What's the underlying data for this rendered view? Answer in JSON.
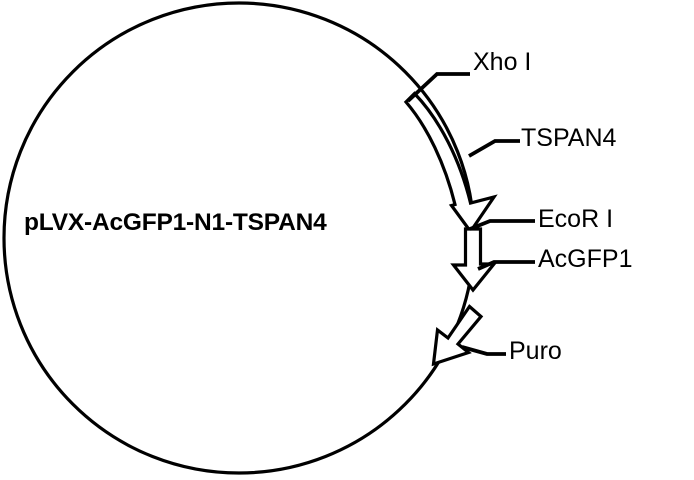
{
  "figure": {
    "kind": "plasmid-map",
    "title": "pLVX-AcGFP1-N1-TSPAN4",
    "backbone_color": "#000000",
    "stroke_color": "#000000",
    "background_color": "#ffffff"
  },
  "labels": {
    "xho_i": "Xho I",
    "tspan4": "TSPAN4",
    "ecor_i": "EcoR I",
    "acgfp1": "AcGFP1",
    "puro": "Puro"
  },
  "features": [
    {
      "name": "TSPAN4",
      "type": "gene-arrow",
      "shape": "curved-block-arrow",
      "direction": "clockwise"
    },
    {
      "name": "AcGFP1",
      "type": "gene-arrow",
      "shape": "block-arrow",
      "direction": "clockwise"
    },
    {
      "name": "Puro",
      "type": "gene-arrow",
      "shape": "block-arrow",
      "direction": "clockwise"
    }
  ],
  "sites": [
    {
      "name": "Xho I",
      "type": "restriction-site"
    },
    {
      "name": "EcoR I",
      "type": "restriction-site"
    }
  ]
}
